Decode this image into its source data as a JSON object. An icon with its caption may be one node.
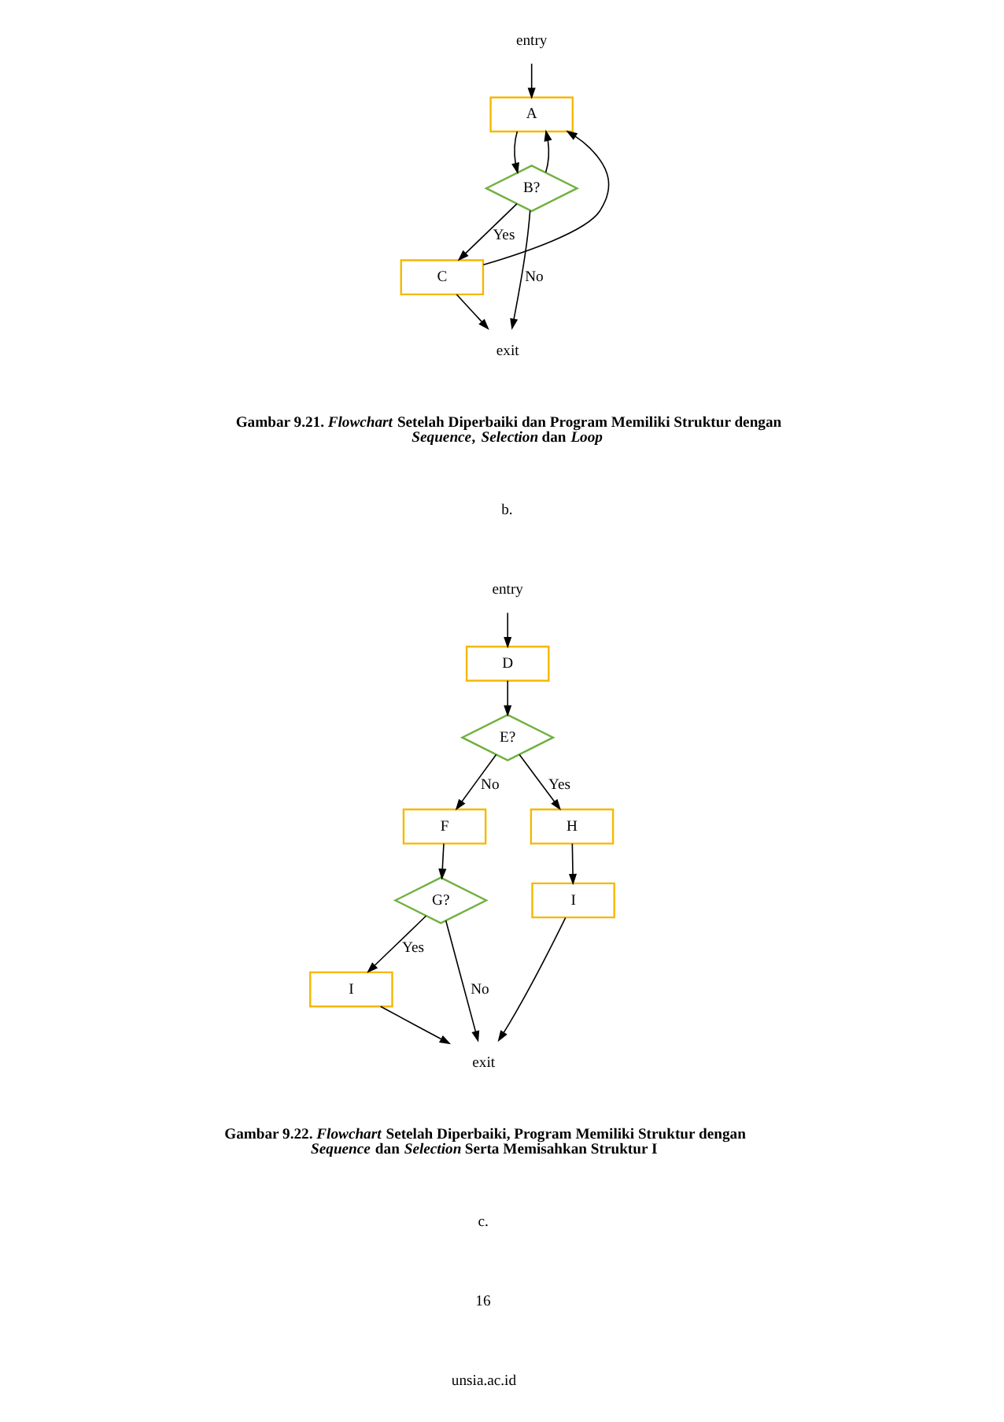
{
  "diagram": {
    "nodes": [
      {
        "text": [
          "entry"
        ]
      },
      {
        "text": [
          "A"
        ]
      },
      {
        "text": [
          "B?"
        ]
      },
      {
        "text": [
          "C"
        ]
      },
      {
        "text": [
          "exit"
        ]
      },
      {
        "text": [
          "entry"
        ]
      },
      {
        "text": [
          "D"
        ]
      },
      {
        "text": [
          "E?"
        ]
      },
      {
        "text": [
          "F"
        ]
      },
      {
        "text": [
          "H"
        ]
      },
      {
        "text": [
          "G?"
        ]
      },
      {
        "text": [
          "I"
        ]
      },
      {
        "text": [
          "I"
        ]
      },
      {
        "text": [
          "exit"
        ]
      }
    ],
    "edges": [
      {
        "from": 0,
        "to": 1,
        "arrow": "to"
      },
      {
        "from": 1,
        "to": 2,
        "arrow": "to"
      },
      {
        "from": 2,
        "to": 3,
        "arrow": "to",
        "label": "Yes"
      },
      {
        "from": 2,
        "to": 4,
        "arrow": "to",
        "label": "No"
      },
      {
        "from": 3,
        "to": 4,
        "arrow": "to"
      },
      {
        "from": 2,
        "to": 1,
        "arrow": "to"
      },
      {
        "from": 3,
        "to": 1,
        "arrow": "to"
      },
      {
        "from": 5,
        "to": 6,
        "arrow": "to"
      },
      {
        "from": 6,
        "to": 7,
        "arrow": "to"
      },
      {
        "from": 7,
        "to": 8,
        "arrow": "to",
        "label": "No"
      },
      {
        "from": 7,
        "to": 9,
        "arrow": "to",
        "label": "Yes"
      },
      {
        "from": 8,
        "to": 10,
        "arrow": "to"
      },
      {
        "from": 9,
        "to": 11,
        "arrow": "to"
      },
      {
        "from": 10,
        "to": 12,
        "arrow": "to",
        "label": "Yes"
      },
      {
        "from": 10,
        "to": 13,
        "arrow": "to",
        "label": "No"
      },
      {
        "from": 12,
        "to": 13,
        "arrow": "to"
      },
      {
        "from": 11,
        "to": 13,
        "arrow": "to"
      }
    ],
    "labels": [
      "Gambar 9.21. *Flowchart* Setelah Diperbaiki dan Program Memiliki Struktur dengan *Sequence*, *Selection* dan *Loop*",
      "b.",
      "Gambar 9.22. *Flowchart* Setelah Diperbaiki, Program Memiliki Struktur dengan *Sequence* dan *Selection* Serta Memisahkan Struktur I",
      "c.",
      "16",
      "unsia.ac.id"
    ]
  }
}
